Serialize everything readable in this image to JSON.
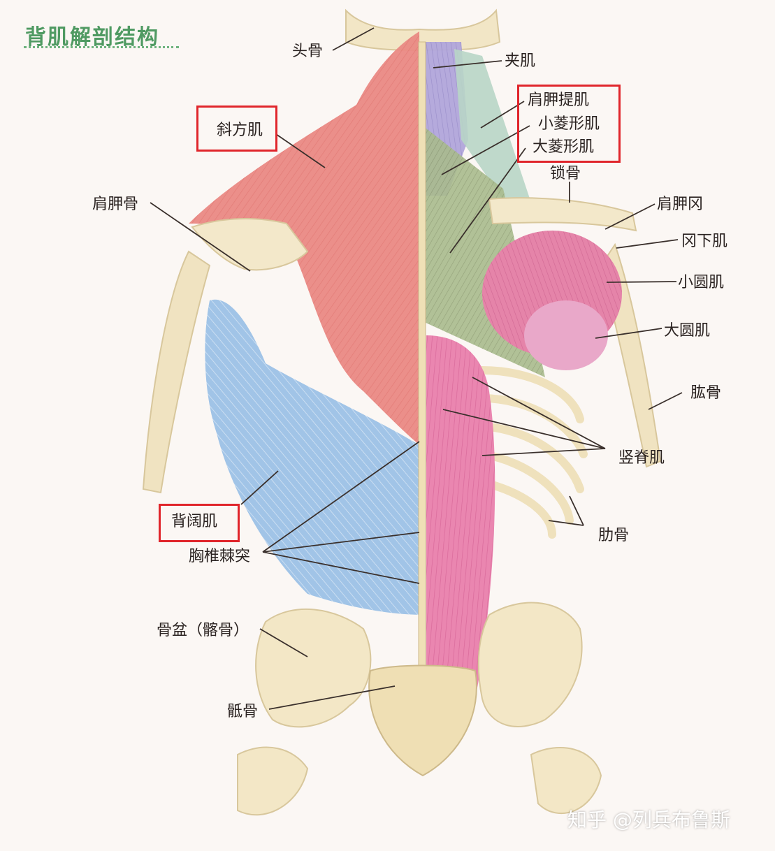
{
  "title": "背肌解剖结构",
  "labels": {
    "head_bone": "头骨",
    "splenius": "夹肌",
    "levator_scapulae": "肩胛提肌",
    "rhomboid_minor": "小菱形肌",
    "rhomboid_major": "大菱形肌",
    "trapezius": "斜方肌",
    "clavicle": "锁骨",
    "scapula": "肩胛骨",
    "acromion": "肩胛冈",
    "infraspinatus": "冈下肌",
    "teres_minor": "小圆肌",
    "teres_major": "大圆肌",
    "humerus": "肱骨",
    "erector_spinae": "竖脊肌",
    "latissimus_dorsi": "背阔肌",
    "ribs": "肋骨",
    "thoracic_spinous": "胸椎棘突",
    "pelvis": "骨盆（髂骨）",
    "sacrum": "骶骨"
  },
  "highlighted": [
    "trapezius",
    "levator_scapulae",
    "rhomboid_minor",
    "rhomboid_major",
    "latissimus_dorsi"
  ],
  "watermark": "知乎 @列兵布鲁斯",
  "colors": {
    "title": "#4f9a62",
    "highlight_box": "#e0252b",
    "trapezius": "#e8857f",
    "latissimus": "#8fb7df",
    "erector": "#e37aa5",
    "bone": "#f1e4bd",
    "rhomboid": "#a7b888",
    "splenius": "#a99dd2",
    "infraspinatus": "#e07ba0"
  }
}
